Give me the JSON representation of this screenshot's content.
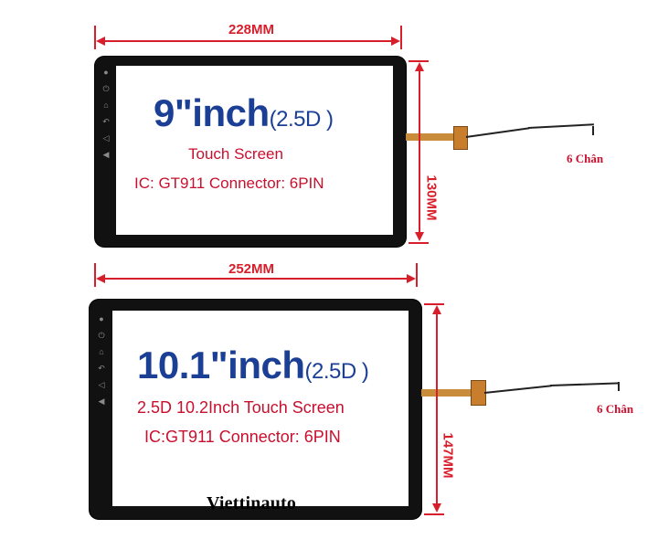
{
  "top": {
    "width_label": "228MM",
    "height_label": "130MM",
    "title_main": "9\"inch",
    "title_sub": "(2.5D )",
    "line1": "Touch Screen",
    "line2": "IC: GT911   Connector: 6PIN",
    "pin_label": "6 Chân"
  },
  "bottom": {
    "width_label": "252MM",
    "height_label": "147MM",
    "title_main": "10.1\"inch",
    "title_sub": "(2.5D )",
    "line1": "2.5D 10.2Inch Touch Screen",
    "line2": "IC:GT911  Connector: 6PIN",
    "pin_label": "6 Chân"
  },
  "brand": "Viettinauto",
  "colors": {
    "dimension": "#d81e2a",
    "title_blue": "#1b3f95",
    "text_red": "#c8102e",
    "bezel": "#111111"
  },
  "icons": [
    "mic-icon",
    "power-icon",
    "home-icon",
    "back-icon",
    "volume-up-icon",
    "volume-down-icon"
  ]
}
